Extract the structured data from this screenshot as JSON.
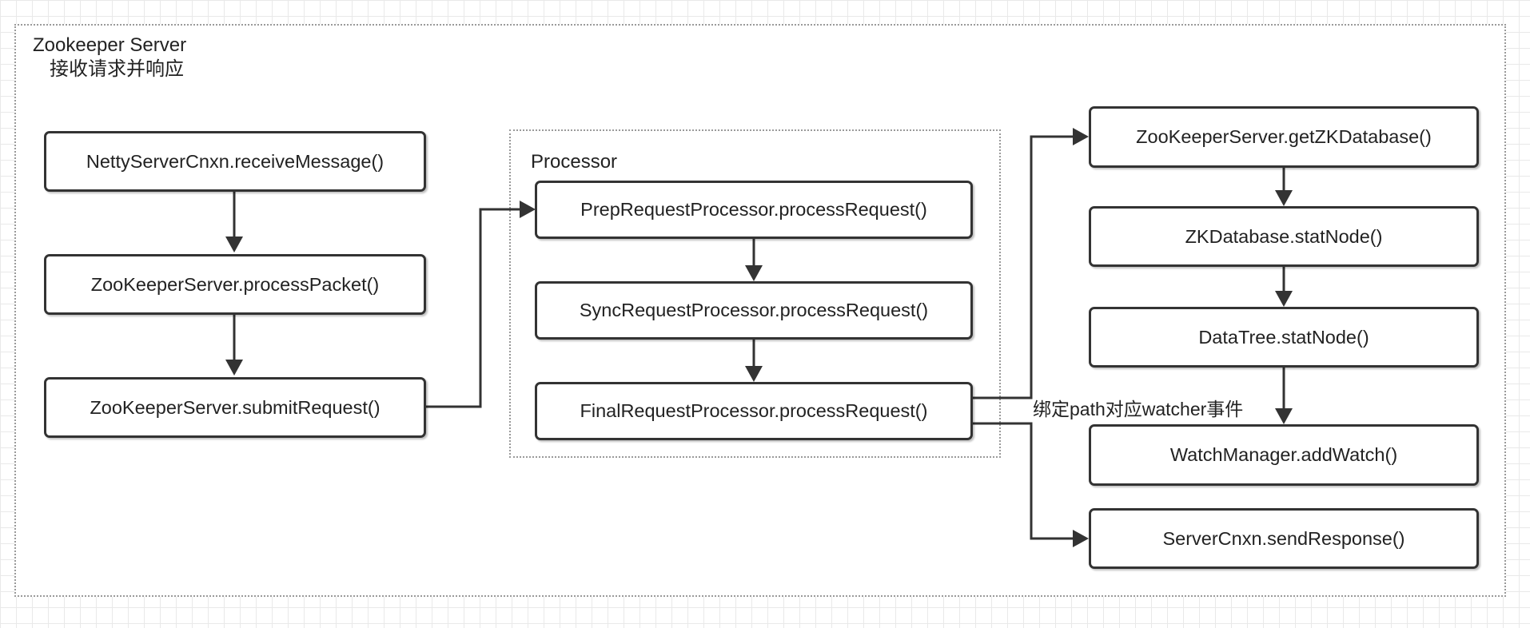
{
  "outer": {
    "title": "Zookeeper Server",
    "subtitle": "接收请求并响应"
  },
  "processor": {
    "title": "Processor"
  },
  "nodes": {
    "netty_receive": "NettyServerCnxn.receiveMessage()",
    "process_packet": "ZooKeeperServer.processPacket()",
    "submit_request": "ZooKeeperServer.submitRequest()",
    "prep_processor": "PrepRequestProcessor.processRequest()",
    "sync_processor": "SyncRequestProcessor.processRequest()",
    "final_processor": "FinalRequestProcessor.processRequest()",
    "get_zk_database": "ZooKeeperServer.getZKDatabase()",
    "zkdb_stat_node": "ZKDatabase.statNode()",
    "datatree_stat_node": "DataTree.statNode()",
    "add_watch": "WatchManager.addWatch()",
    "send_response": "ServerCnxn.sendResponse()"
  },
  "edge_labels": {
    "bind_watcher": "绑定path对应watcher事件"
  }
}
